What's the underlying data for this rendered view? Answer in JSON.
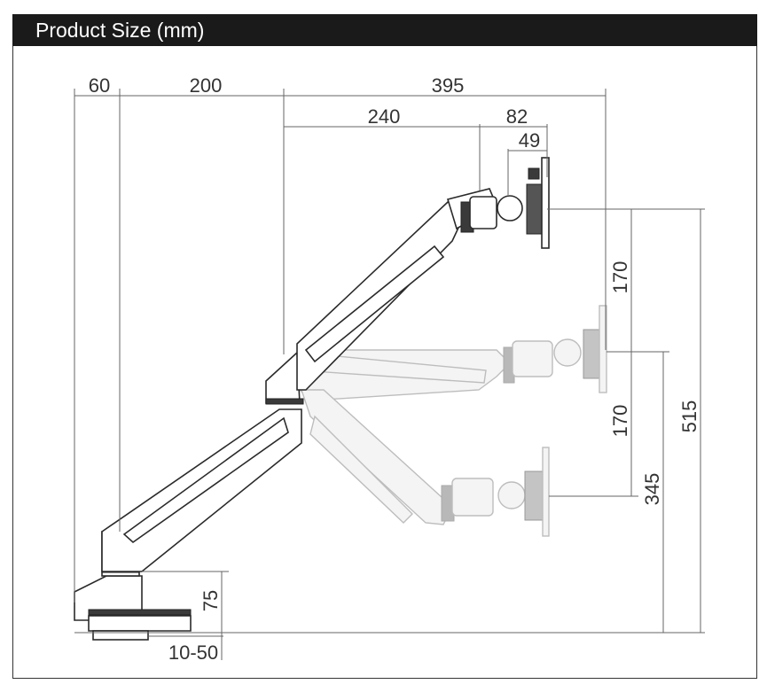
{
  "header": {
    "title": "Product Size (mm)"
  },
  "dimensions": {
    "top_60": "60",
    "top_200": "200",
    "top_395": "395",
    "top_240": "240",
    "top_82": "82",
    "top_49": "49",
    "right_170_upper": "170",
    "right_170_lower": "170",
    "right_345": "345",
    "right_515": "515",
    "clamp_75": "75",
    "clamp_10_50": "10-50"
  },
  "colors": {
    "header_bg": "#1a1a1a",
    "header_text": "#ffffff",
    "line": "#666666"
  }
}
